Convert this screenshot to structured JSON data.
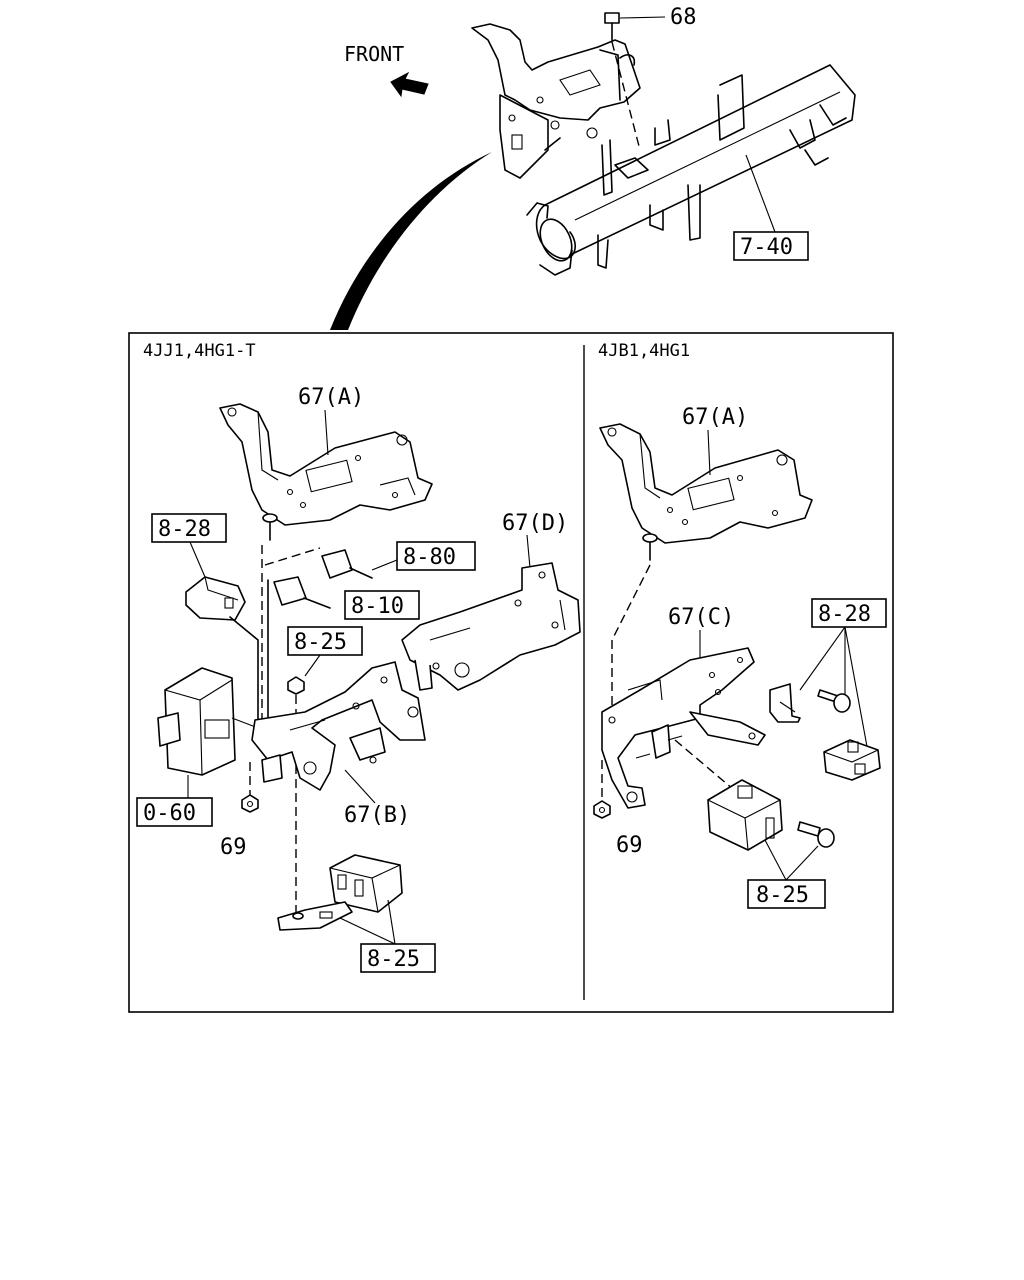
{
  "top_view": {
    "front_label": "FRONT",
    "callout_68": "68",
    "callout_7_40": "7-40"
  },
  "panel": {
    "left_header": "4JJ1,4HG1-T",
    "right_header": "4JB1,4HG1"
  },
  "left_group": {
    "callout_67a": "67(A)",
    "callout_8_28": "8-28",
    "callout_8_80": "8-80",
    "callout_8_10": "8-10",
    "callout_8_25_upper": "8-25",
    "callout_67d": "67(D)",
    "callout_0_60": "0-60",
    "callout_67b": "67(B)",
    "callout_69": "69",
    "callout_8_25_lower": "8-25"
  },
  "right_group": {
    "callout_67a": "67(A)",
    "callout_67c": "67(C)",
    "callout_8_28": "8-28",
    "callout_69": "69",
    "callout_8_25": "8-25"
  }
}
